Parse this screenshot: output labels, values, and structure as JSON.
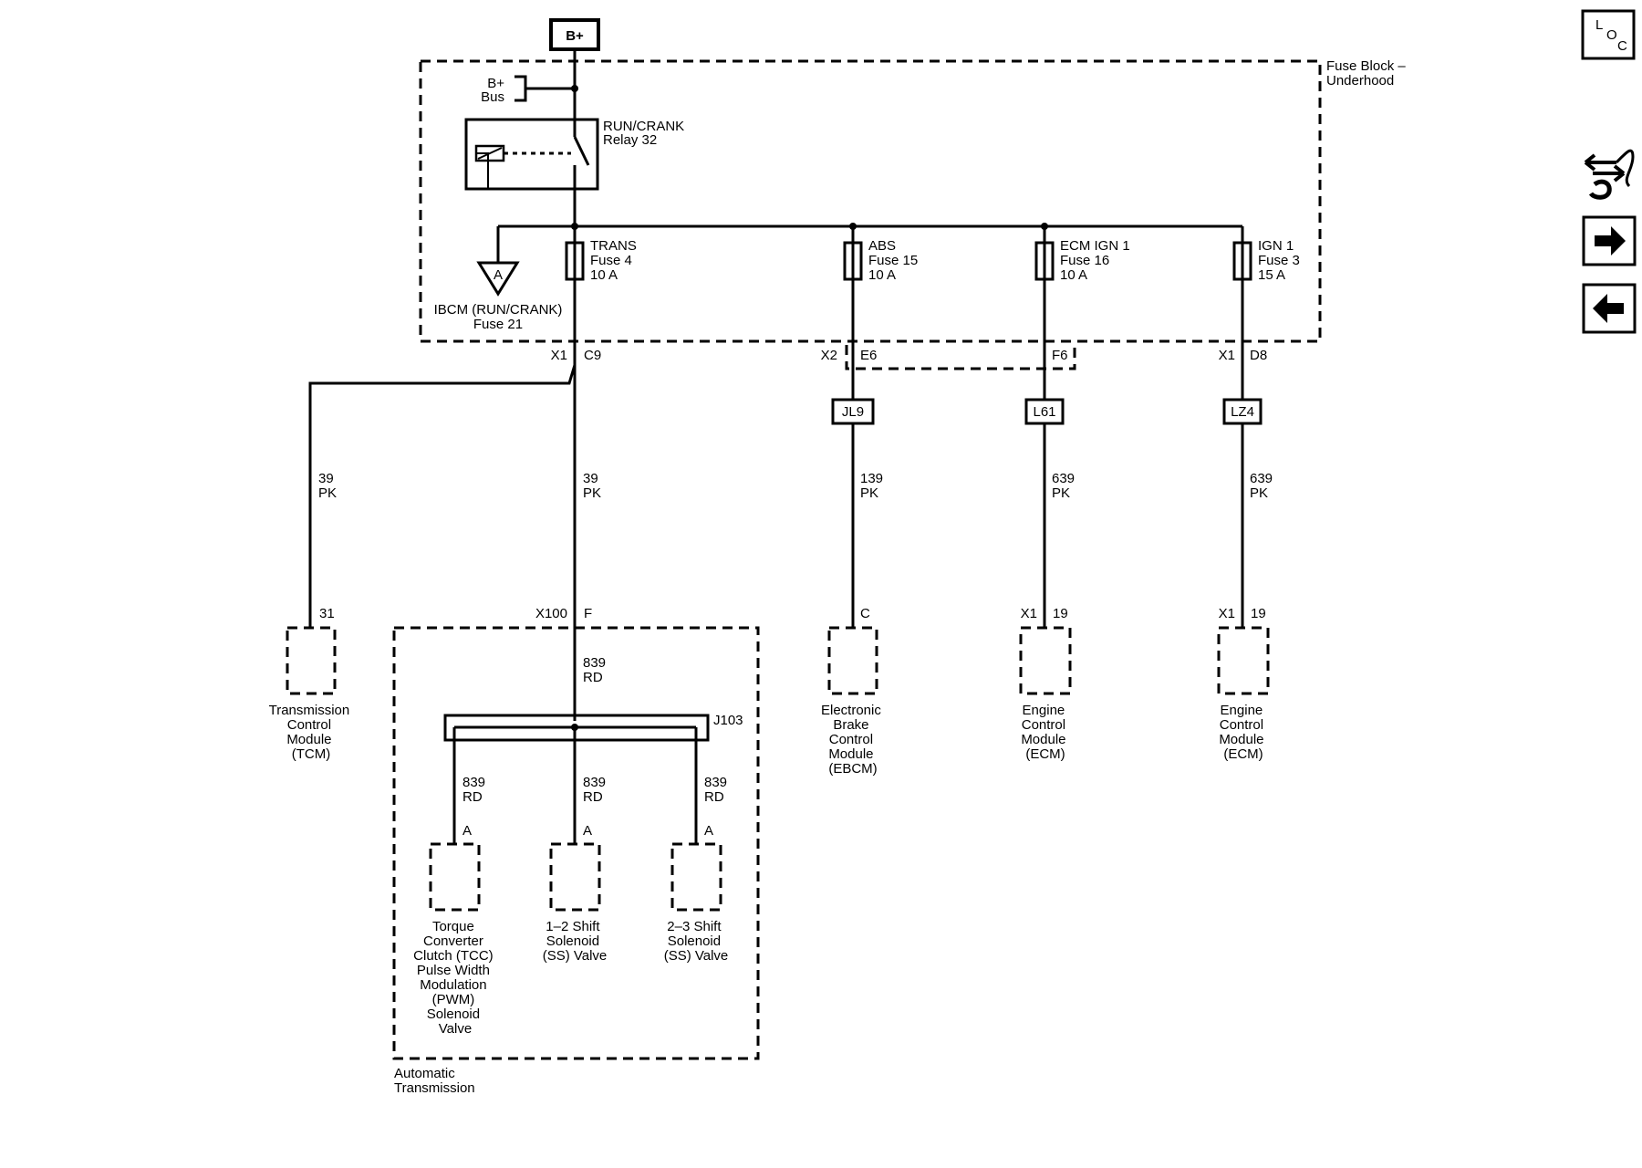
{
  "power_source": "B+",
  "fuse_block": {
    "line1": "Fuse Block –",
    "line2": "Underhood"
  },
  "bplus_bus": {
    "line1": "B+",
    "line2": "Bus"
  },
  "relay": {
    "line1": "RUN/CRANK",
    "line2": "Relay 32"
  },
  "ibcm_ref": {
    "symbol": "A",
    "line1": "IBCM (RUN/CRANK)",
    "line2": "Fuse 21"
  },
  "fuses": [
    {
      "name": "TRANS",
      "num": "Fuse 4",
      "amps": "10 A"
    },
    {
      "name": "ABS",
      "num": "Fuse 15",
      "amps": "10 A"
    },
    {
      "name": "ECM IGN 1",
      "num": "Fuse 16",
      "amps": "10 A"
    },
    {
      "name": "IGN 1",
      "num": "Fuse 3",
      "amps": "15 A"
    }
  ],
  "connectors": {
    "x1_c9": {
      "conn": "X1",
      "pin": "C9"
    },
    "x2_e6": {
      "conn": "X2",
      "pin": "E6"
    },
    "f6": {
      "pin": "F6"
    },
    "x1_d8": {
      "conn": "X1",
      "pin": "D8"
    }
  },
  "options": [
    "JL9",
    "L61",
    "LZ4"
  ],
  "wires": {
    "tcm": {
      "circuit": "39",
      "color": "PK"
    },
    "trans": {
      "circuit": "39",
      "color": "PK"
    },
    "ebcm": {
      "circuit": "139",
      "color": "PK"
    },
    "ecm_a": {
      "circuit": "639",
      "color": "PK"
    },
    "ecm_b": {
      "circuit": "639",
      "color": "PK"
    },
    "trans_internal": {
      "circuit": "839",
      "color": "RD"
    },
    "tcc": {
      "circuit": "839",
      "color": "RD"
    },
    "ss12": {
      "circuit": "839",
      "color": "RD"
    },
    "ss23": {
      "circuit": "839",
      "color": "RD"
    }
  },
  "pins": {
    "tcm": "31",
    "x100": "X100",
    "trans": "F",
    "ebcm": "C",
    "ecm_a_conn": "X1",
    "ecm_a_pin": "19",
    "ecm_b_conn": "X1",
    "ecm_b_pin": "19",
    "tcc": "A",
    "ss12": "A",
    "ss23": "A"
  },
  "splice": "J103",
  "components": {
    "tcm": [
      "Transmission",
      "Control",
      "Module",
      "(TCM)"
    ],
    "ebcm": [
      "Electronic",
      "Brake",
      "Control",
      "Module",
      "(EBCM)"
    ],
    "ecm_a": [
      "Engine",
      "Control",
      "Module",
      "(ECM)"
    ],
    "ecm_b": [
      "Engine",
      "Control",
      "Module",
      "(ECM)"
    ],
    "tcc": [
      "Torque",
      "Converter",
      "Clutch (TCC)",
      "Pulse Width",
      "Modulation",
      "(PWM)",
      "Solenoid",
      "Valve"
    ],
    "ss12": [
      "1–2 Shift",
      "Solenoid",
      "(SS) Valve"
    ],
    "ss23": [
      "2–3 Shift",
      "Solenoid",
      "(SS) Valve"
    ]
  },
  "auto_trans": {
    "line1": "Automatic",
    "line2": "Transmission"
  },
  "nav": {
    "loc": {
      "l": "L",
      "o": "O",
      "c": "C"
    },
    "icons": [
      "loc-icon",
      "schematic-tree-icon",
      "arrow-right-icon",
      "arrow-left-icon"
    ]
  }
}
